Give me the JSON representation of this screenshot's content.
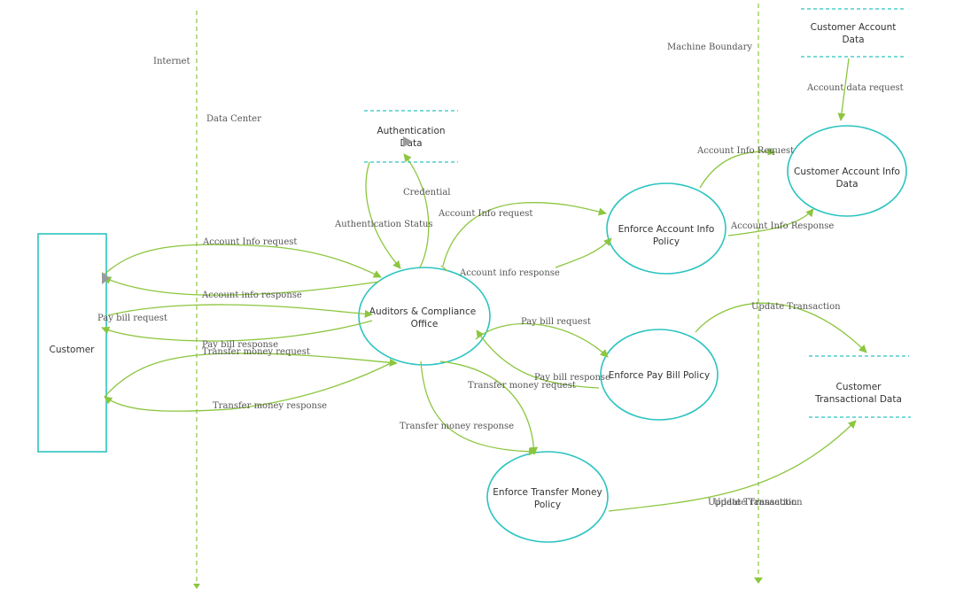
{
  "diagram": {
    "boundaries": {
      "internet": "Internet",
      "data_center": "Data Center",
      "machine": "Machine Boundary"
    },
    "external_entity": "Customer",
    "processes": {
      "auditors": [
        "Auditors & Compliance",
        "Office"
      ],
      "account_policy": [
        "Enforce Account Info",
        "Policy"
      ],
      "paybill_policy": [
        "Enforce Pay Bill Policy"
      ],
      "transfer_policy": [
        "Enforce Transfer Money",
        "Policy"
      ],
      "account_info_data": [
        "Customer Account Info",
        "Data"
      ]
    },
    "data_stores": {
      "authentication": [
        "Authentication",
        "Data"
      ],
      "customer_account": [
        "Customer Account",
        "Data"
      ],
      "transactional": [
        "Customer",
        "Transactional Data"
      ]
    },
    "flows": {
      "account_info_request_1": "Account Info request",
      "account_info_response_1": "Account  info response",
      "pay_bill_request_1": "Pay bill request",
      "pay_bill_response_1": "Pay bill response",
      "transfer_money_request_1": "Transfer money request",
      "transfer_money_response_1": "Transfer money response",
      "authentication_status": "Authentication Status",
      "credential": "Credential",
      "account_info_request_2": "Account Info request",
      "account_info_response_2": "Account  info response",
      "account_info_request_3": "Account Info Request",
      "account_info_response_3": "Account Info Response",
      "account_data_request": "Account data request",
      "pay_bill_request_2": "Pay bill request",
      "pay_bill_response_2": "Pay bill response",
      "transfer_money_request_2": "Transfer money request",
      "transfer_money_response_2": "Transfer money response",
      "update_transaction_1": "Update Transaction",
      "update_transaction_2": "Update Transaction"
    }
  }
}
